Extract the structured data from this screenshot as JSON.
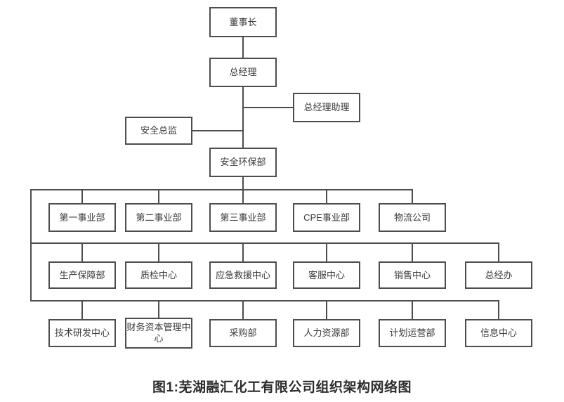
{
  "chart": {
    "top_nodes": {
      "chairman": "董事长",
      "general_manager": "总经理",
      "gm_assistant": "总经理助理",
      "safety_director": "安全总监",
      "safety_env_dept": "安全环保部"
    },
    "row1": [
      "第一事业部",
      "第二事业部",
      "第三事业部",
      "CPE事业部",
      "物流公司"
    ],
    "row2": [
      "生产保障部",
      "质检中心",
      "应急救援中心",
      "客服中心",
      "销售中心",
      "总经办"
    ],
    "row3": [
      "技术研发中心",
      "财务资本管理中心",
      "采购部",
      "人力资源部",
      "计划运营部",
      "信息中心"
    ],
    "caption": "图1:芜湖融汇化工有限公司组织架构网络图",
    "colors": {
      "line": "#4d4d4d",
      "box_border": "#4d4d4d",
      "text": "#3a3a3a",
      "caption_text": "#2d2d2d",
      "background": "#ffffff"
    }
  }
}
